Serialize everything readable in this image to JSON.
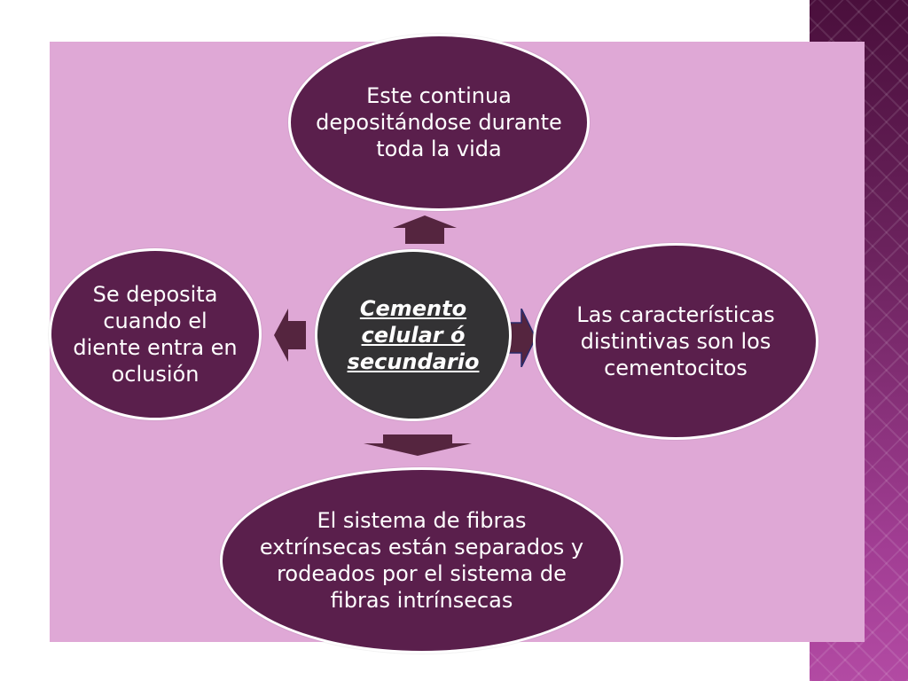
{
  "diagram": {
    "center": {
      "label": "Cemento celular ó secundario"
    },
    "nodes": {
      "top": "Este continua depositándose durante toda la vida",
      "right": "Las características distintivas son los cementocitos",
      "bottom": "El sistema de fibras extrínsecas están separados y rodeados por el sistema de fibras intrínsecas",
      "left": "Se deposita cuando el diente entra en oclusión"
    }
  },
  "colors": {
    "node_fill": "#5a1f4c",
    "center_fill": "#333234",
    "panel": "#dfa8d6",
    "arrow": "#55253f",
    "band": "#6e2460"
  }
}
